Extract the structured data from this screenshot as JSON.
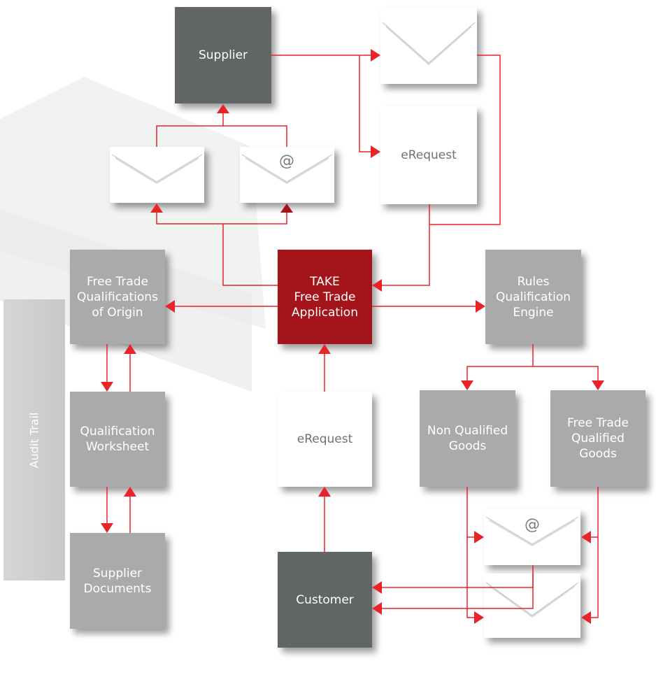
{
  "audit_trail": "Audit Trail",
  "boxes": {
    "supplier": "Supplier",
    "erequest_top": "eRequest",
    "take_app": "TAKE\nFree Trade\nApplication",
    "qualifications": "Free Trade\nQualifications\nof Origin",
    "rules_engine": "Rules\nQualification\nEngine",
    "worksheet": "Qualification\nWorksheet",
    "erequest_bottom": "eRequest",
    "non_qualified": "Non Qualified\nGoods",
    "qualified": "Free Trade\nQualified\nGoods",
    "supplier_docs": "Supplier\nDocuments",
    "customer": "Customer"
  },
  "envelopes": {
    "at_symbol": "@"
  },
  "colors": {
    "connector": "#e8232a",
    "box_gray": "#a8aaab",
    "box_dark": "#616566",
    "box_red": "#a4151b",
    "text_muted": "#707070"
  },
  "icons": [
    "envelope-icon",
    "email-at-icon",
    "arrowhead-icon"
  ]
}
